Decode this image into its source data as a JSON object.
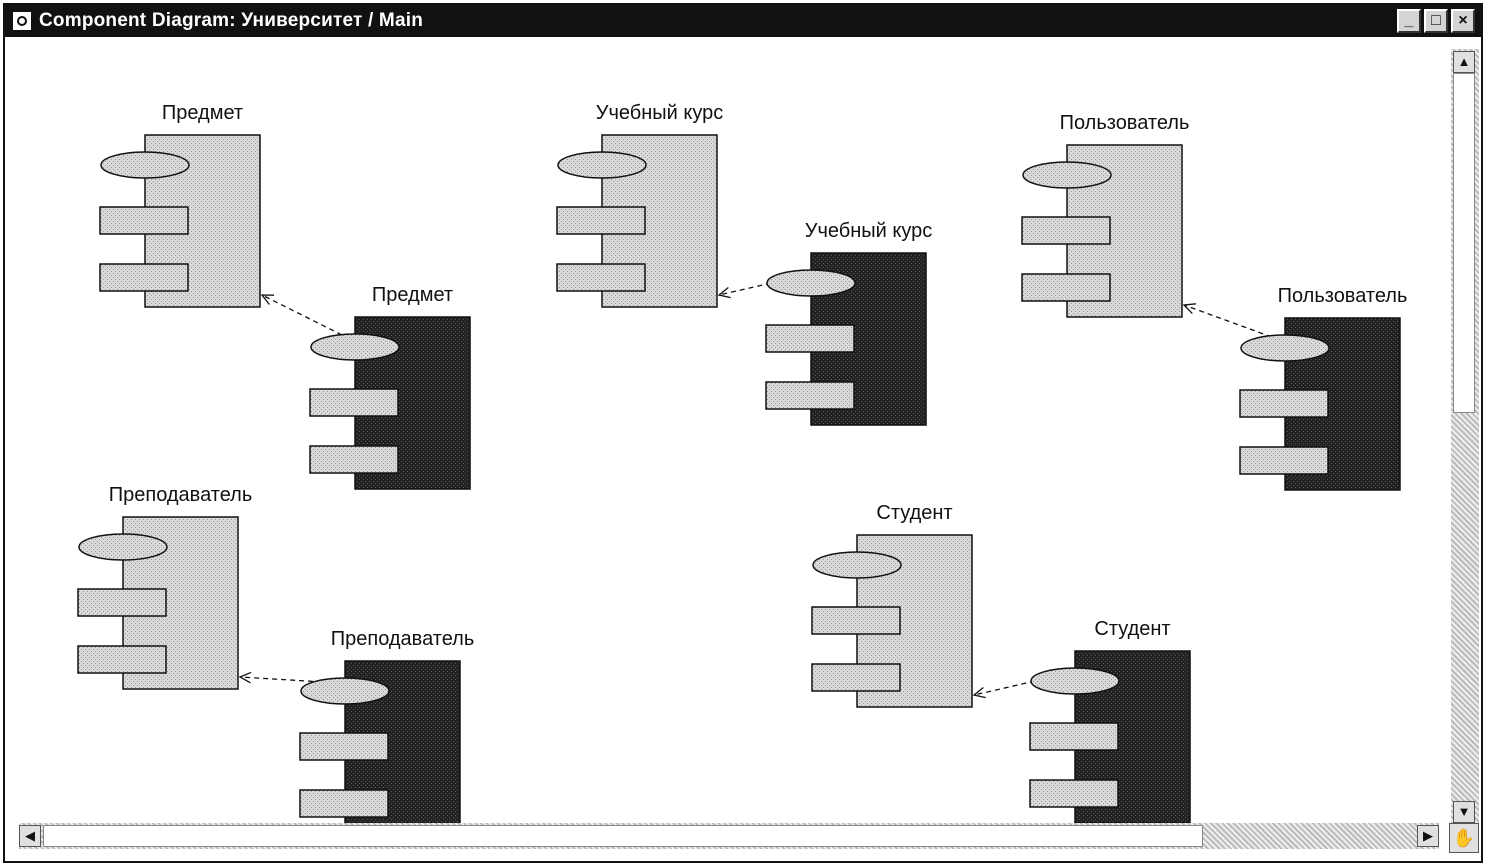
{
  "window": {
    "title": "Component Diagram: Университет / Main",
    "buttons": {
      "minimize": "_",
      "maximize": "□",
      "close": "×"
    }
  },
  "diagram": {
    "components": [
      {
        "id": "c1",
        "label": "Предмет",
        "style": "light"
      },
      {
        "id": "c2",
        "label": "Предмет",
        "style": "dark"
      },
      {
        "id": "c3",
        "label": "Учебный курс",
        "style": "light"
      },
      {
        "id": "c4",
        "label": "Учебный курс",
        "style": "dark"
      },
      {
        "id": "c5",
        "label": "Пользователь",
        "style": "light"
      },
      {
        "id": "c6",
        "label": "Пользователь",
        "style": "dark"
      },
      {
        "id": "c7",
        "label": "Преподаватель",
        "style": "light"
      },
      {
        "id": "c8",
        "label": "Преподаватель",
        "style": "dark"
      },
      {
        "id": "c9",
        "label": "Студент",
        "style": "light"
      },
      {
        "id": "c10",
        "label": "Студент",
        "style": "dark"
      }
    ],
    "dependencies": [
      {
        "from": "c2",
        "to": "c1"
      },
      {
        "from": "c4",
        "to": "c3"
      },
      {
        "from": "c6",
        "to": "c5"
      },
      {
        "from": "c8",
        "to": "c7"
      },
      {
        "from": "c10",
        "to": "c9"
      }
    ]
  },
  "colors": {
    "light_fill": "#d9d9d9",
    "dark_fill": "#222222",
    "stroke": "#111111"
  }
}
